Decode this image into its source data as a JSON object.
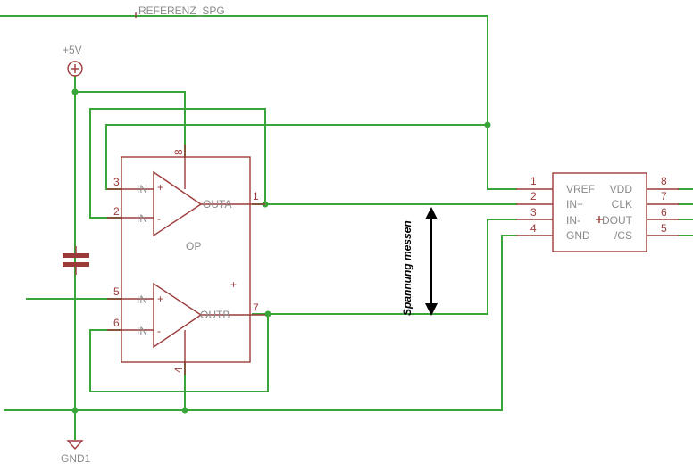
{
  "net_labels": {
    "referenz": "REFERENZ_SPG",
    "supply": "+5V",
    "ground": "GND1"
  },
  "opamp": {
    "name": "OP",
    "pin_numbers": {
      "in_plus_a": "3",
      "in_minus_a": "2",
      "out_a": "1",
      "in_plus_b": "5",
      "in_minus_b": "6",
      "out_b": "7",
      "vcc": "8",
      "gnd": "4"
    },
    "labels": {
      "in_plus_a": "IN",
      "in_minus_a": "IN",
      "in_plus_b": "IN",
      "in_minus_b": "IN",
      "out_a": "OUTA",
      "out_b": "OUTB",
      "plus_sign_a": "+",
      "minus_sign_a": "-",
      "plus_sign_b": "+",
      "minus_sign_b": "-",
      "supply_plus": "+"
    }
  },
  "adc": {
    "pins_left": [
      {
        "num": "1",
        "label": "VREF"
      },
      {
        "num": "2",
        "label": "IN+"
      },
      {
        "num": "3",
        "label": "IN-"
      },
      {
        "num": "4",
        "label": "GND"
      }
    ],
    "pins_right": [
      {
        "num": "8",
        "label": "VDD"
      },
      {
        "num": "7",
        "label": "CLK"
      },
      {
        "num": "6",
        "label": "DOUT"
      },
      {
        "num": "5",
        "label": "/CS"
      }
    ]
  },
  "annotation": {
    "measure_text": "Spannung messen"
  },
  "colors": {
    "wire": "#3aa63a",
    "symbol": "#9c3a3a",
    "label": "#8a8a8a",
    "background": "#ffffff"
  }
}
